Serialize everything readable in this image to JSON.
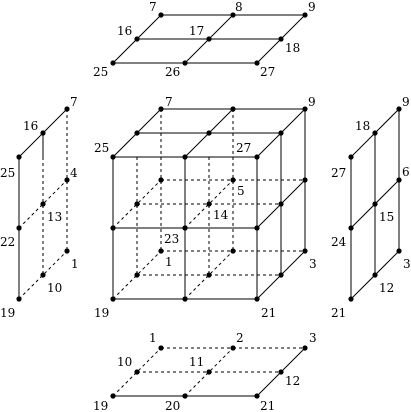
{
  "top_plate": {
    "labels": [
      "7",
      "8",
      "9",
      "16",
      "17",
      "18",
      "25",
      "26",
      "27"
    ]
  },
  "bottom_plate": {
    "labels": [
      "1",
      "2",
      "3",
      "10",
      "11",
      "12",
      "19",
      "20",
      "21"
    ]
  },
  "left_slab": {
    "labels": [
      "7",
      "16",
      "25",
      "4",
      "13",
      "22",
      "1",
      "10",
      "19"
    ]
  },
  "right_slab": {
    "labels": [
      "9",
      "18",
      "27",
      "6",
      "15",
      "24",
      "3",
      "12",
      "21"
    ]
  },
  "cube": {
    "labels": [
      "7",
      "9",
      "25",
      "27",
      "5",
      "14",
      "23",
      "1",
      "3",
      "19",
      "21"
    ]
  }
}
